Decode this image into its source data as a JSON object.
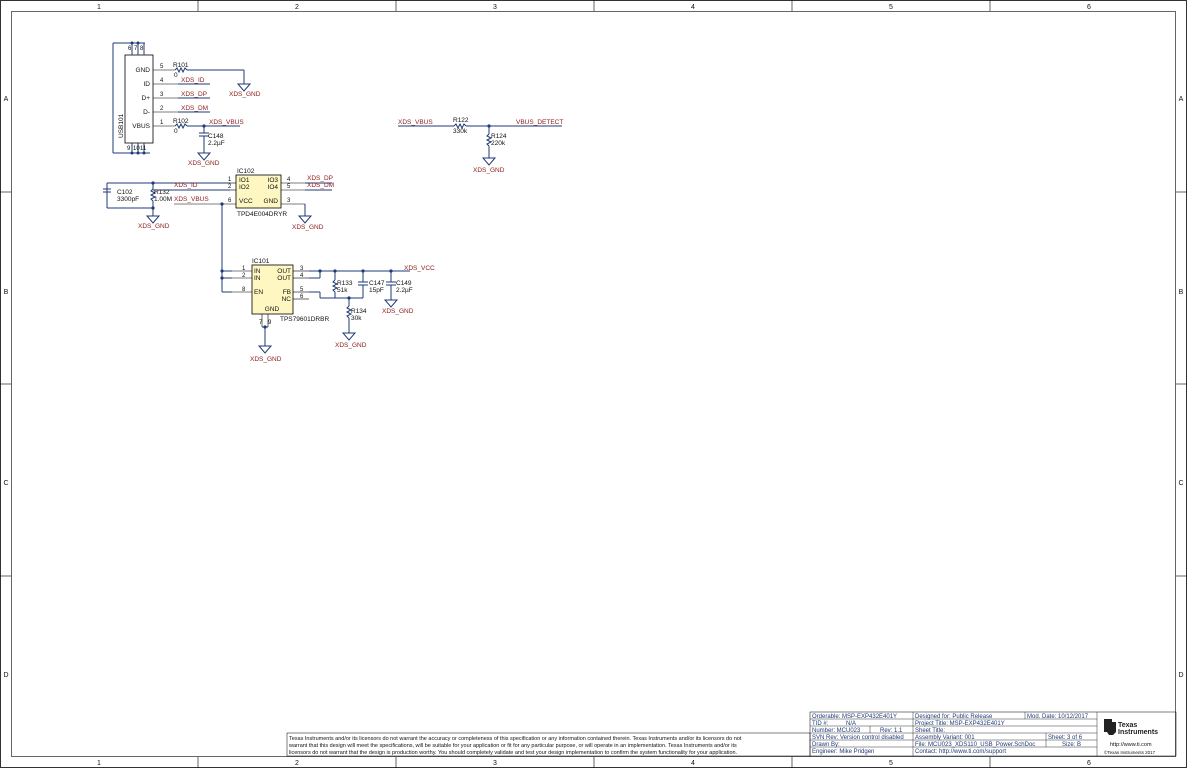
{
  "frame": {
    "columns": [
      "1",
      "2",
      "3",
      "4",
      "5",
      "6"
    ],
    "rows": [
      "A",
      "B",
      "C",
      "D"
    ]
  },
  "usb": {
    "ref": "USB101",
    "pins": [
      {
        "num": "5",
        "name": "GND"
      },
      {
        "num": "4",
        "name": "ID"
      },
      {
        "num": "3",
        "name": "D+"
      },
      {
        "num": "2",
        "name": "D-"
      },
      {
        "num": "1",
        "name": "VBUS"
      }
    ],
    "shield_top": [
      "6",
      "7",
      "8"
    ],
    "shield_bottom": [
      "9",
      "10",
      "11"
    ]
  },
  "components": {
    "r101": {
      "ref": "R101",
      "value": "0"
    },
    "r102": {
      "ref": "R102",
      "value": "0"
    },
    "c148": {
      "ref": "C148",
      "value": "2.2µF"
    },
    "r122": {
      "ref": "R122",
      "value": "330k"
    },
    "r124": {
      "ref": "R124",
      "value": "220k"
    },
    "c102": {
      "ref": "C102",
      "value": "3300pF"
    },
    "r132": {
      "ref": "R132",
      "value": "1.00M"
    },
    "r133": {
      "ref": "R133",
      "value": "51k"
    },
    "c147": {
      "ref": "C147",
      "value": "15pF"
    },
    "c149": {
      "ref": "C149",
      "value": "2.2µF"
    },
    "r134": {
      "ref": "R134",
      "value": "30k"
    }
  },
  "ic102": {
    "ref": "IC102",
    "part": "TPD4E004DRYR",
    "left_pins": [
      {
        "num": "1",
        "name": "IO1"
      },
      {
        "num": "2",
        "name": "IO2"
      },
      {
        "num": "6",
        "name": "VCC"
      }
    ],
    "right_pins": [
      {
        "num": "4",
        "name": "IO3"
      },
      {
        "num": "5",
        "name": "IO4"
      },
      {
        "num": "3",
        "name": "GND"
      }
    ]
  },
  "ic101": {
    "ref": "IC101",
    "part": "TPS79601DRBR",
    "left_pins": [
      {
        "num": "1",
        "name": "IN"
      },
      {
        "num": "2",
        "name": "IN"
      },
      {
        "num": "8",
        "name": "EN"
      }
    ],
    "right_pins": [
      {
        "num": "3",
        "name": "OUT"
      },
      {
        "num": "4",
        "name": "OUT"
      },
      {
        "num": "5",
        "name": "FB"
      },
      {
        "num": "6",
        "name": "NC"
      }
    ],
    "bottom_pin": "GND",
    "bottom_nums": [
      "7",
      "9"
    ]
  },
  "nets": {
    "xds_gnd": "XDS_GND",
    "xds_id": "XDS_ID",
    "xds_dp": "XDS_DP",
    "xds_dm": "XDS_DM",
    "xds_vbus": "XDS_VBUS",
    "vbus_detect": "VBUS_DETECT",
    "xds_vcc": "XDS_VCC"
  },
  "title_block": {
    "orderable": "Orderable: MSP-EXP432E401Y",
    "tid": "TID #:",
    "tid_value": "N/A",
    "number": "Number: MCU023",
    "rev": "Rev:  1.1",
    "svn": "SVN Rev:  Version control disabled",
    "drawn": "Drawn By:",
    "engineer": "Engineer: Mike Pridgen",
    "designed_for": "Designed for: Public Release",
    "mod_date": "Mod. Date: 10/12/2017",
    "project": "Project Title: MSP-EXP432E401Y",
    "sheet_title": "Sheet Title:",
    "assembly": "Assembly Variant: 001",
    "sheet": "Sheet: 3   of  6",
    "file": "File: MCU023_XDS110_USB_Power.SchDoc",
    "size": "Size: B",
    "contact": "Contact: http://www.ti.com/support",
    "brand_line1": "Texas",
    "brand_line2": "Instruments",
    "url": "http://www.ti.com",
    "copyright": "©Texas Instruments  2017"
  },
  "disclaimer": [
    "Texas Instruments and/or its licensors do not warrant the accuracy or completeness of this specification or any information contained therein. Texas Instruments and/or its licensors do not",
    "warrant that this design will meet the specifications, will be suitable for your application or fit for any particular purpose, or will operate in an implementation. Texas Instruments and/or its",
    "licensors do not warrant that the design is production worthy. You should completely validate and test your design implementation to confirm the system functionality for your application."
  ],
  "colors": {
    "wire": "#1f3a78",
    "net_label": "#8b1a1a",
    "ic_fill": "#fff7c2"
  }
}
